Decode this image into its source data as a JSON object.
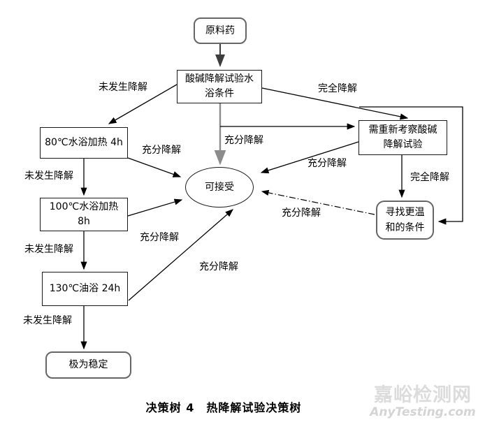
{
  "diagram": {
    "nodes": {
      "raw_material": "原料药",
      "acid_base_test": "酸碱降解试验水\n浴条件",
      "water_bath_80": "80℃水浴加热 4h",
      "water_bath_100": "100℃水浴加热\n8h",
      "oil_bath_130": "130℃油浴 24h",
      "very_stable": "极为稳定",
      "acceptable": "可接受",
      "reexamine_acid_base": "需重新考察酸碱\n降解试验",
      "find_milder_conditions": "寻找更温\n和的条件"
    },
    "edge_labels": {
      "no_degradation_1": "未发生降解",
      "no_degradation_2": "未发生降解",
      "no_degradation_3": "未发生降解",
      "no_degradation_4": "未发生降解",
      "sufficient_degradation_1": "充分降解",
      "sufficient_degradation_2": "充分降解",
      "sufficient_degradation_3": "充分降解",
      "sufficient_degradation_4": "充分降解",
      "sufficient_degradation_5": "充分降解",
      "sufficient_degradation_6": "充分降解",
      "complete_degradation_1": "完全降解",
      "complete_degradation_2": "完全降解"
    }
  },
  "caption": "决策树 4　热降解试验决策树",
  "watermark": {
    "site_name": "嘉峪检测网",
    "site_url": "AnyTesting.com"
  },
  "colors": {
    "edge": "#000000",
    "gray_edge": "#8c8c8c",
    "rounded_border": "#666666",
    "watermark": "#dcdcdc"
  }
}
